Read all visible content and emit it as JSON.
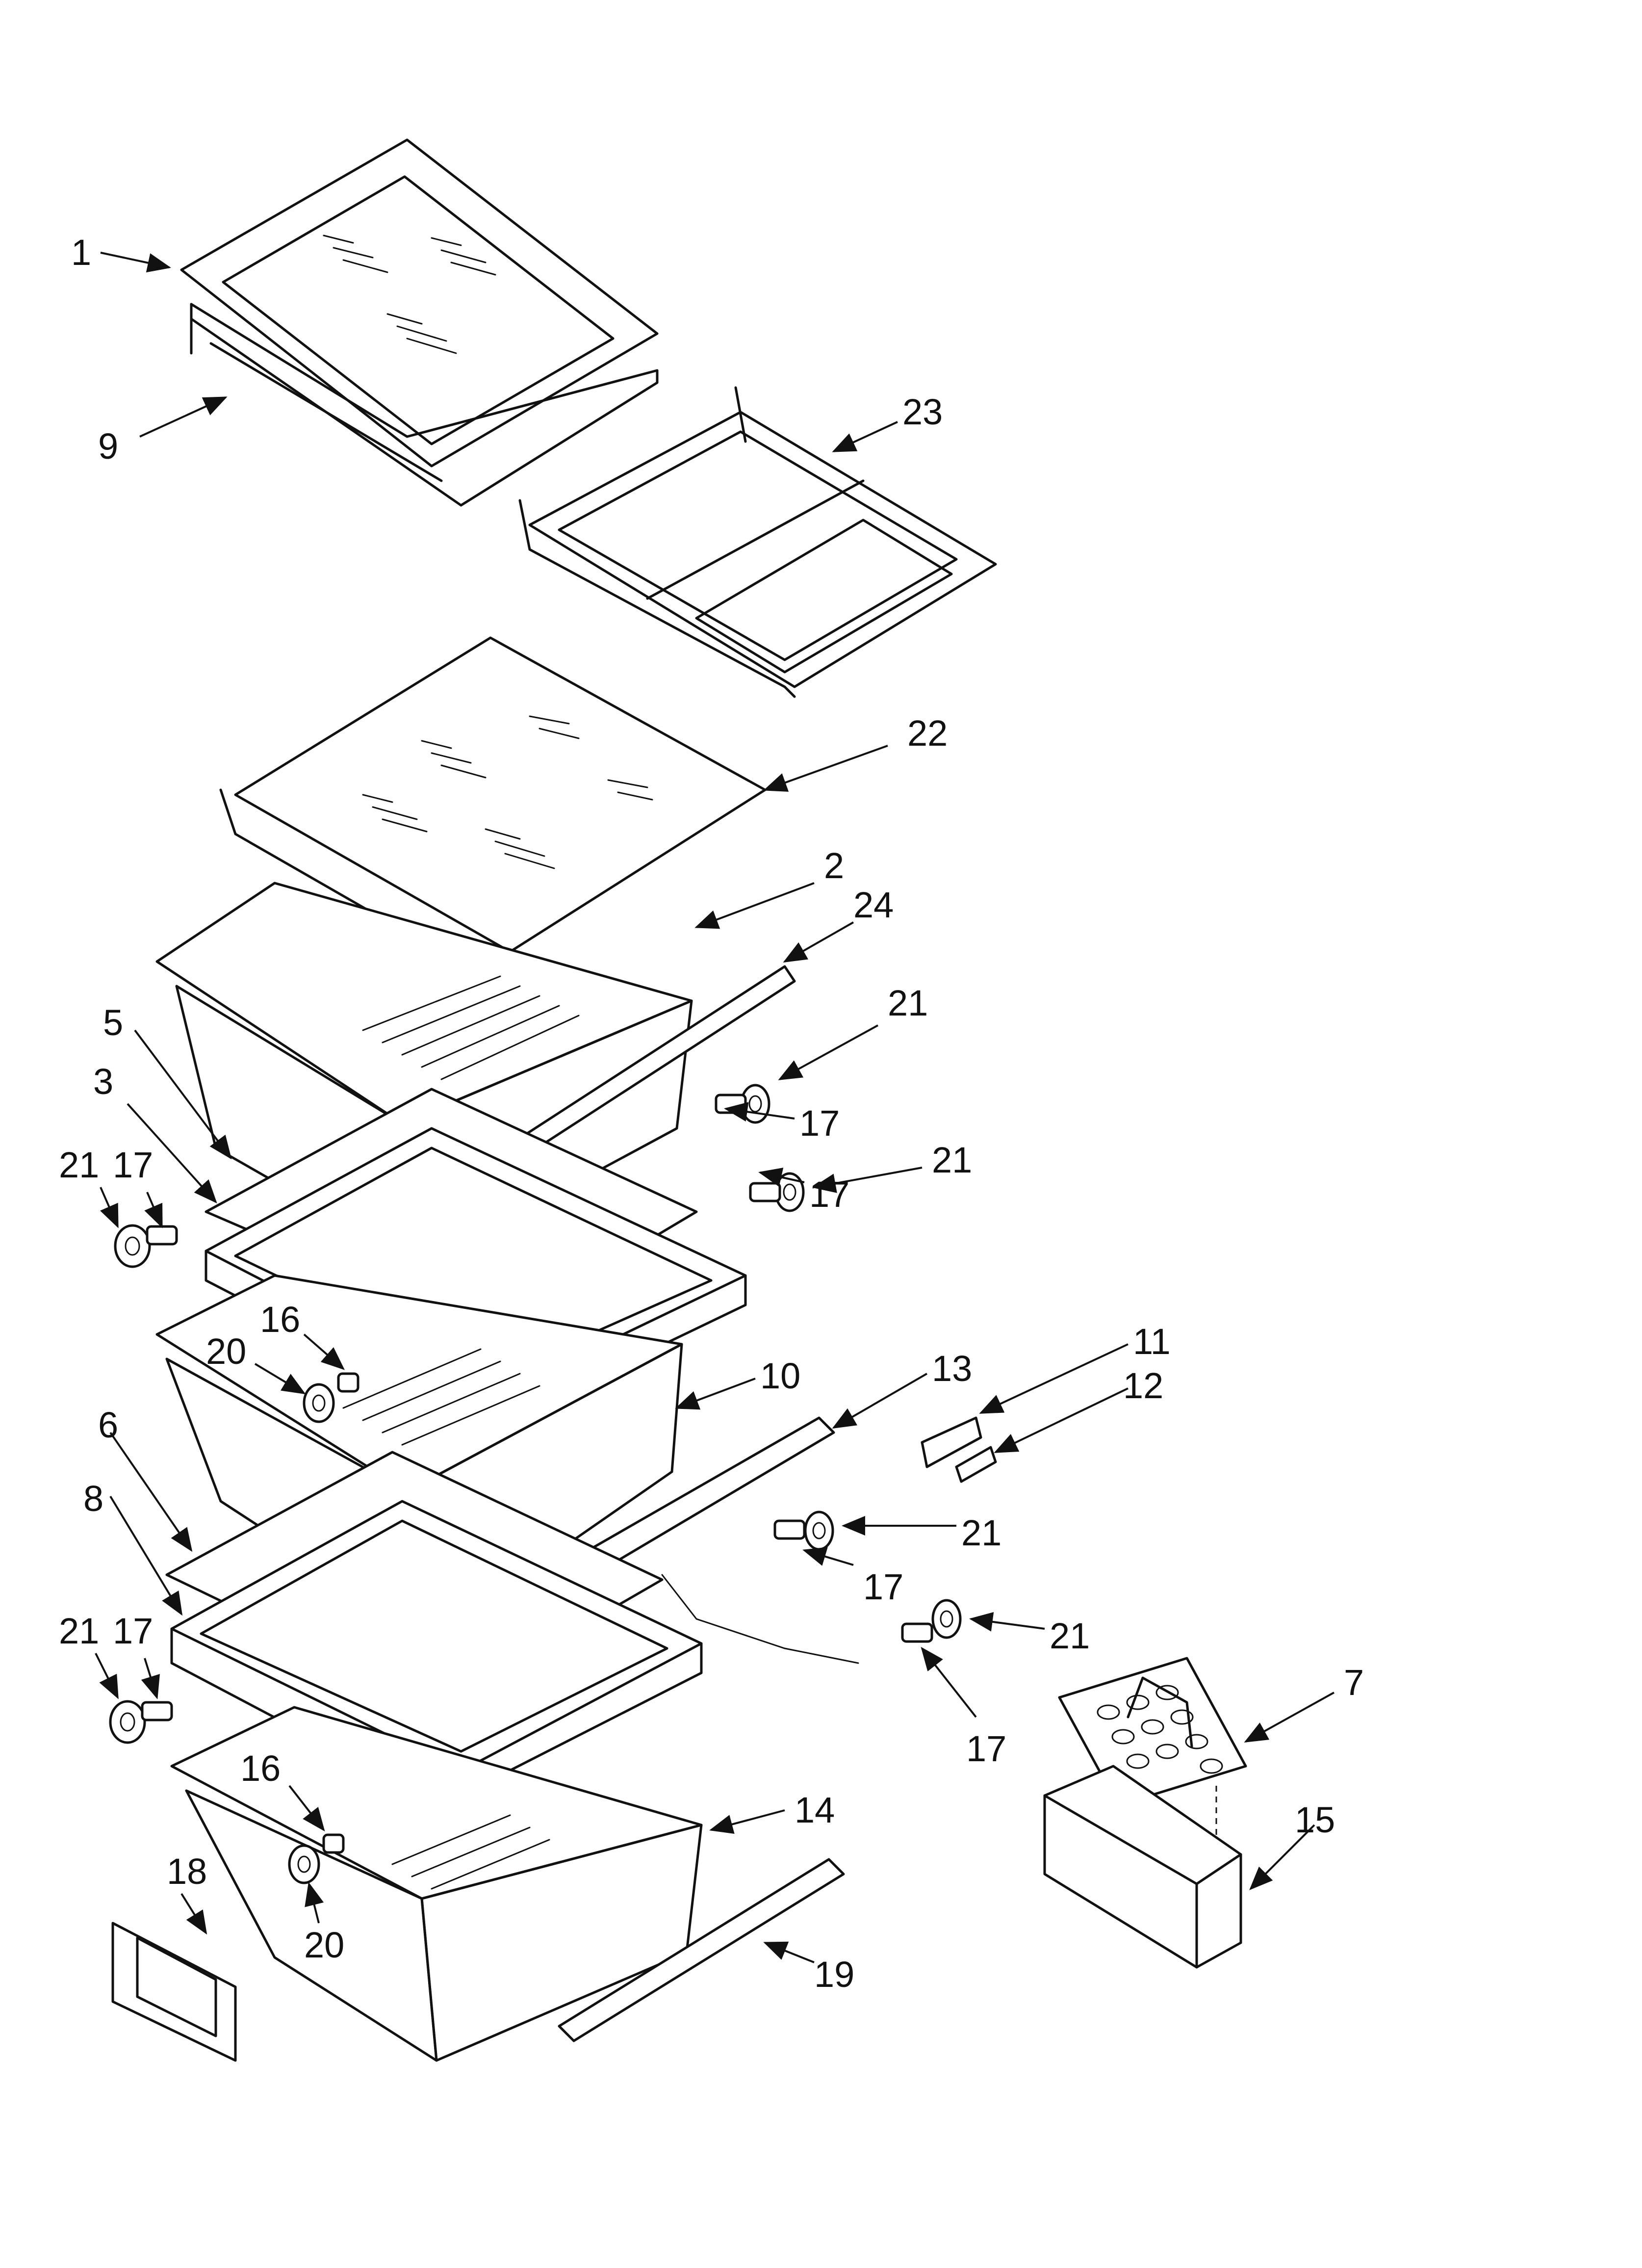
{
  "colors": {
    "ink": "#111111",
    "background": "#ffffff"
  },
  "labels": {
    "l1": "1",
    "l9": "9",
    "l23": "23",
    "l22": "22",
    "l2": "2",
    "l24": "24",
    "l21a": "21",
    "l17a": "17",
    "l5": "5",
    "l3": "3",
    "l21b": "21",
    "l17b": "17",
    "l21c": "21",
    "l17c": "17",
    "l16a": "16",
    "l20a": "20",
    "l10": "10",
    "l13": "13",
    "l11": "11",
    "l12": "12",
    "l6": "6",
    "l8": "8",
    "l21d": "21",
    "l17d": "17",
    "l21e": "21",
    "l17e": "17",
    "l21f": "21",
    "l17f": "17",
    "l7": "7",
    "l15": "15",
    "l16b": "16",
    "l20b": "20",
    "l14": "14",
    "l18": "18",
    "l19": "19"
  }
}
